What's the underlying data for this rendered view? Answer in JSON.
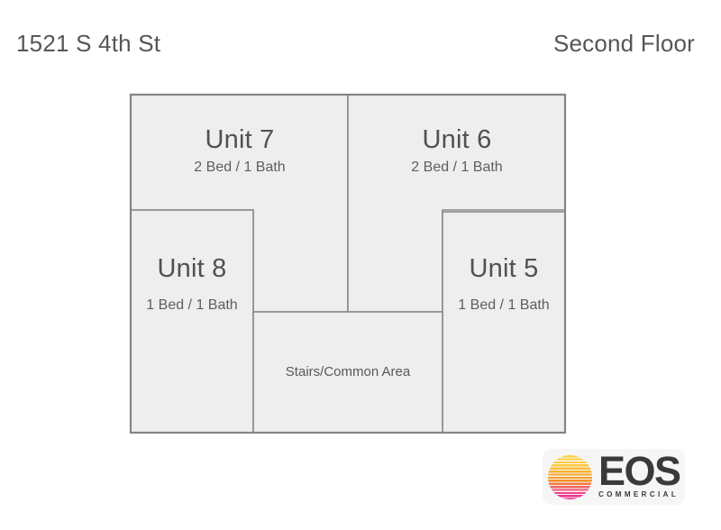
{
  "header": {
    "address": "1521 S 4th St",
    "floor_label": "Second Floor"
  },
  "floor_plan": {
    "units": [
      {
        "name": "Unit 7",
        "details": "2 Bed / 1 Bath"
      },
      {
        "name": "Unit 6",
        "details": "2 Bed / 1 Bath"
      },
      {
        "name": "Unit 8",
        "details": "1 Bed / 1 Bath"
      },
      {
        "name": "Unit 5",
        "details": "1 Bed / 1 Bath"
      }
    ],
    "common_area_label": "Stairs/Common Area",
    "fill_color": "#eeeeee",
    "line_color": "#8a8a8a",
    "outer_line_color": "#858585"
  },
  "logo": {
    "brand": "EOS",
    "tagline": "COMMERCIAL",
    "icon": "striped-sun-icon",
    "brand_color": "#3a3a3c",
    "sun_colors": [
      "#ffd23b",
      "#f7941d",
      "#ec1e8c"
    ]
  }
}
